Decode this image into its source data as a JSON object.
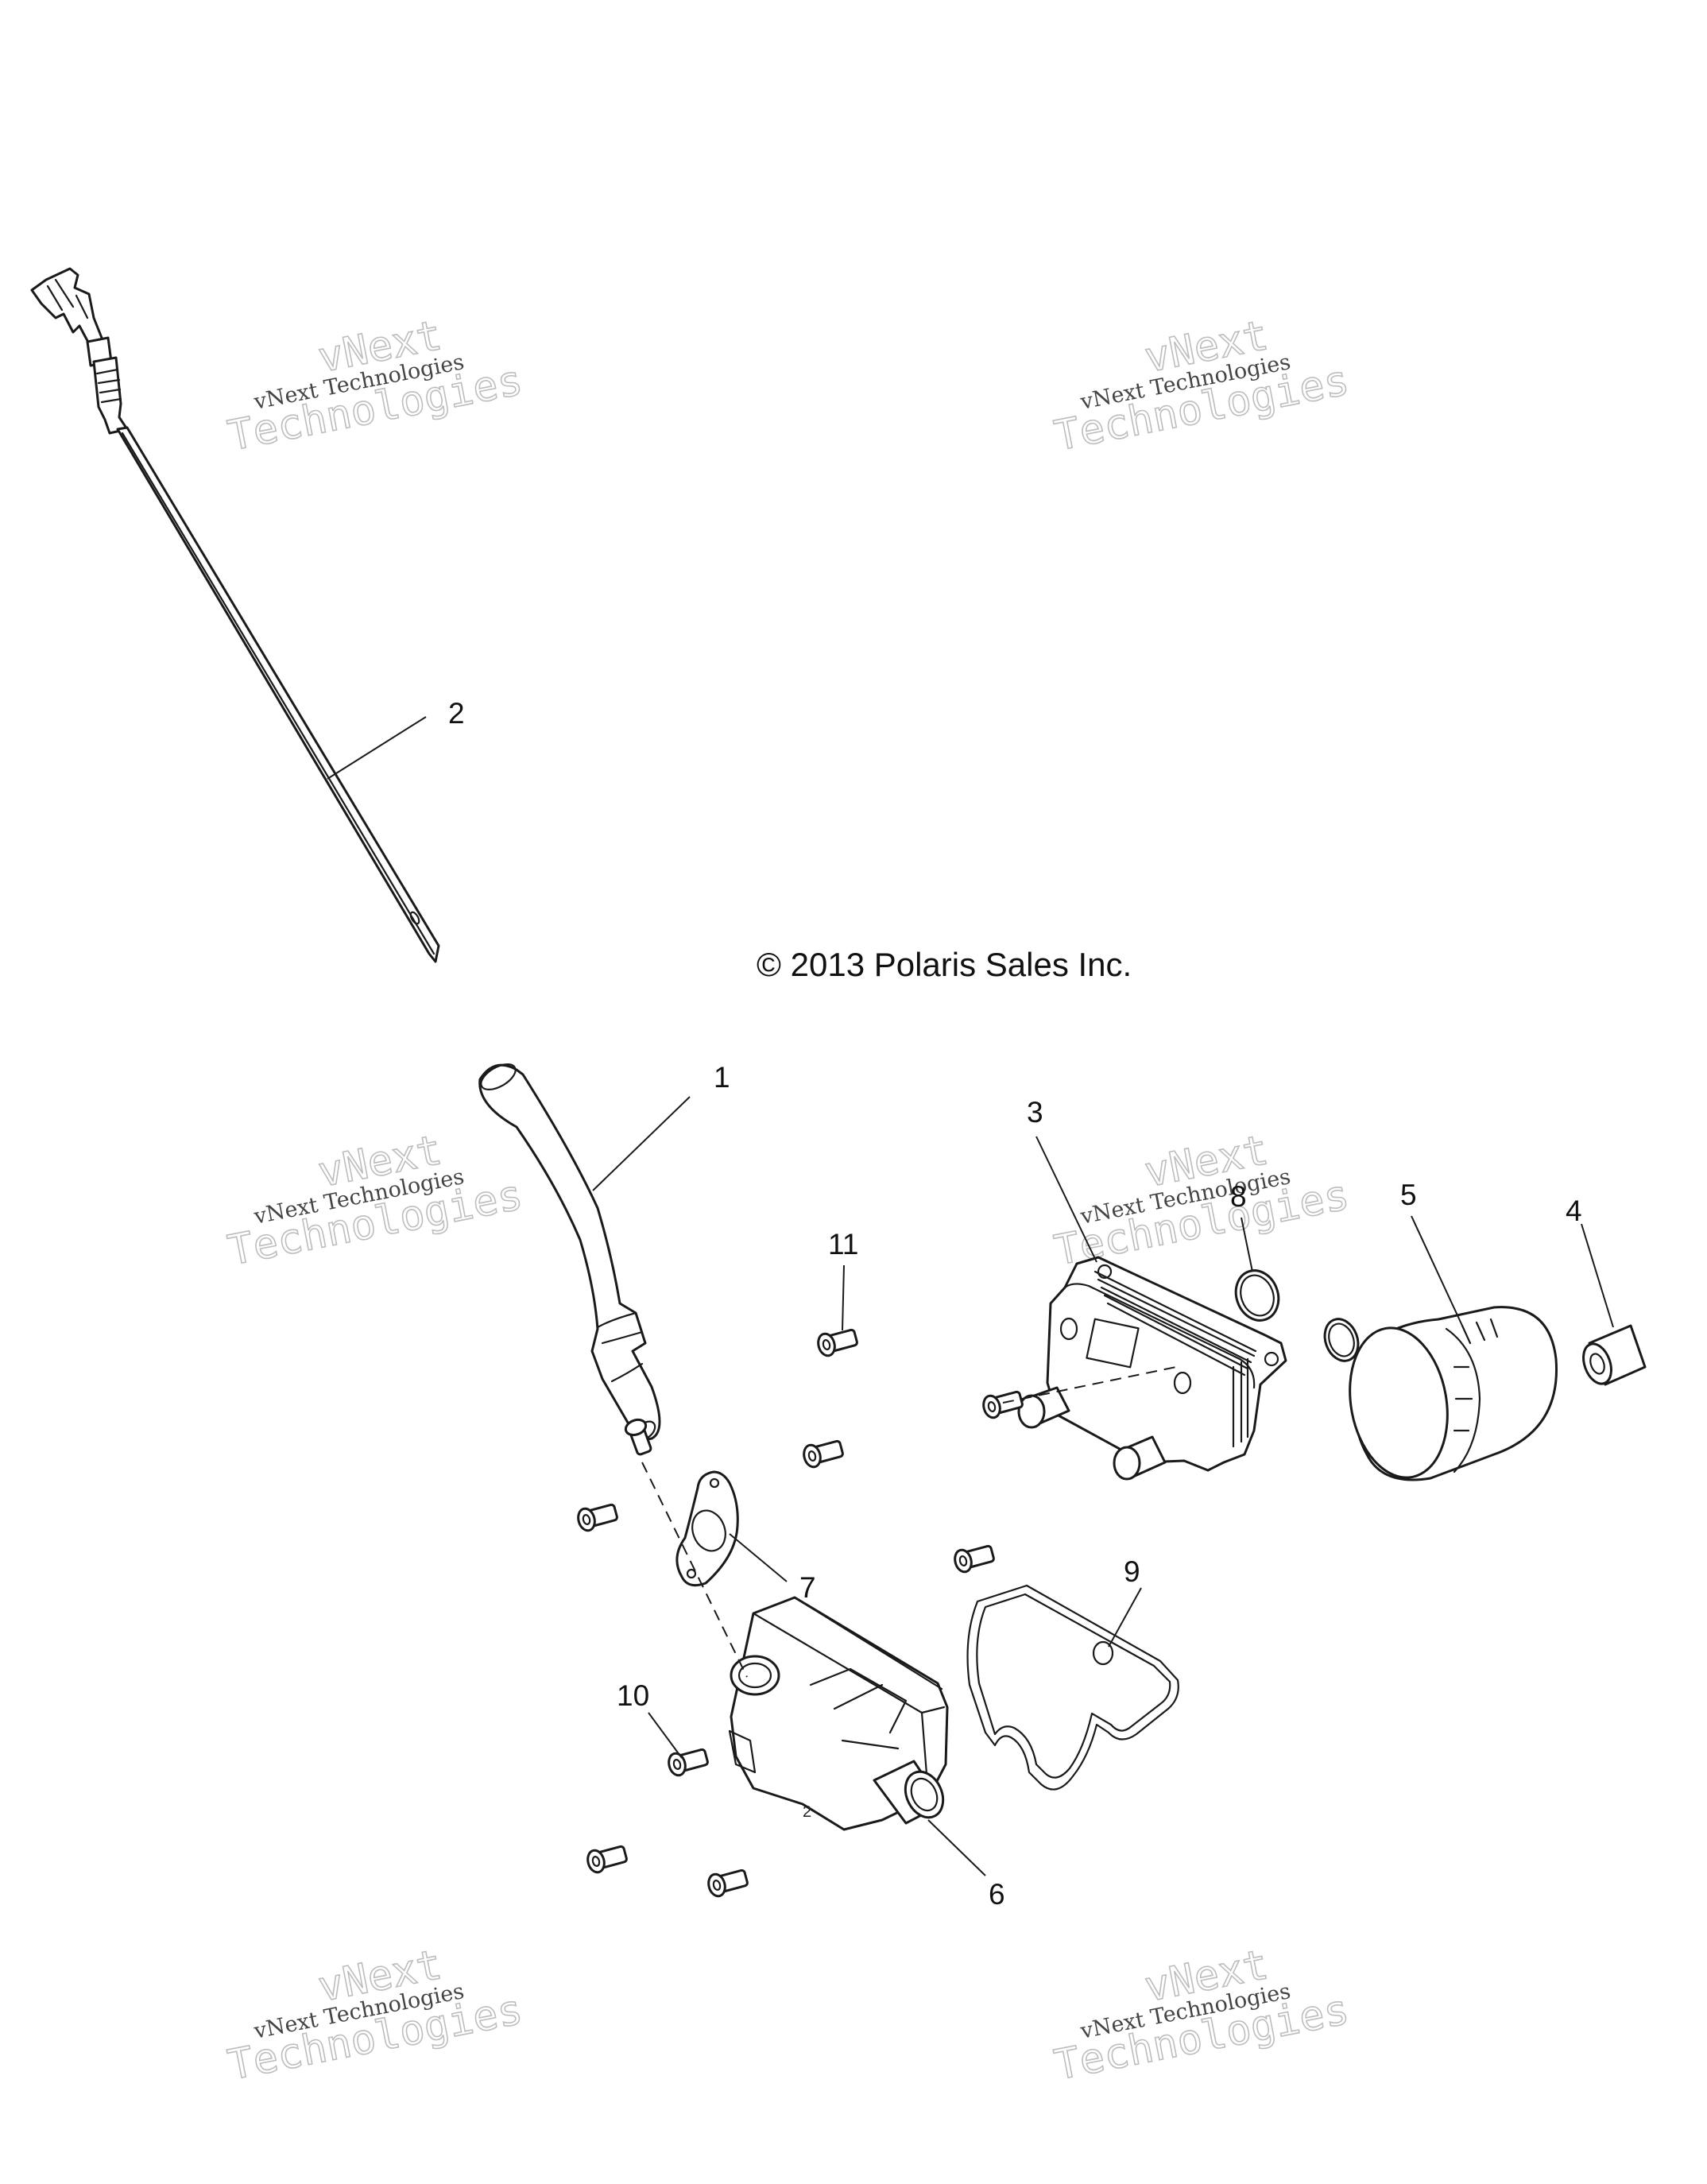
{
  "copyright": "© 2013 Polaris Sales Inc.",
  "watermark": {
    "line1": "vNext",
    "line2": "vNext Technologies",
    "line3": "Technologies",
    "color": "#bdbdbd"
  },
  "callouts": [
    {
      "id": "1",
      "label": "1",
      "part": "oil fill tube"
    },
    {
      "id": "2",
      "label": "2",
      "part": "dipstick"
    },
    {
      "id": "3",
      "label": "3",
      "part": "oil cooler"
    },
    {
      "id": "4",
      "label": "4",
      "part": "adapter sleeve"
    },
    {
      "id": "5",
      "label": "5",
      "part": "oil filter"
    },
    {
      "id": "6",
      "label": "6",
      "part": "oil cooler housing"
    },
    {
      "id": "7",
      "label": "7",
      "part": "gasket"
    },
    {
      "id": "8",
      "label": "8",
      "part": "o-ring"
    },
    {
      "id": "9",
      "label": "9",
      "part": "housing seal"
    },
    {
      "id": "10",
      "label": "10",
      "part": "screw"
    },
    {
      "id": "11",
      "label": "11",
      "part": "screw"
    }
  ]
}
